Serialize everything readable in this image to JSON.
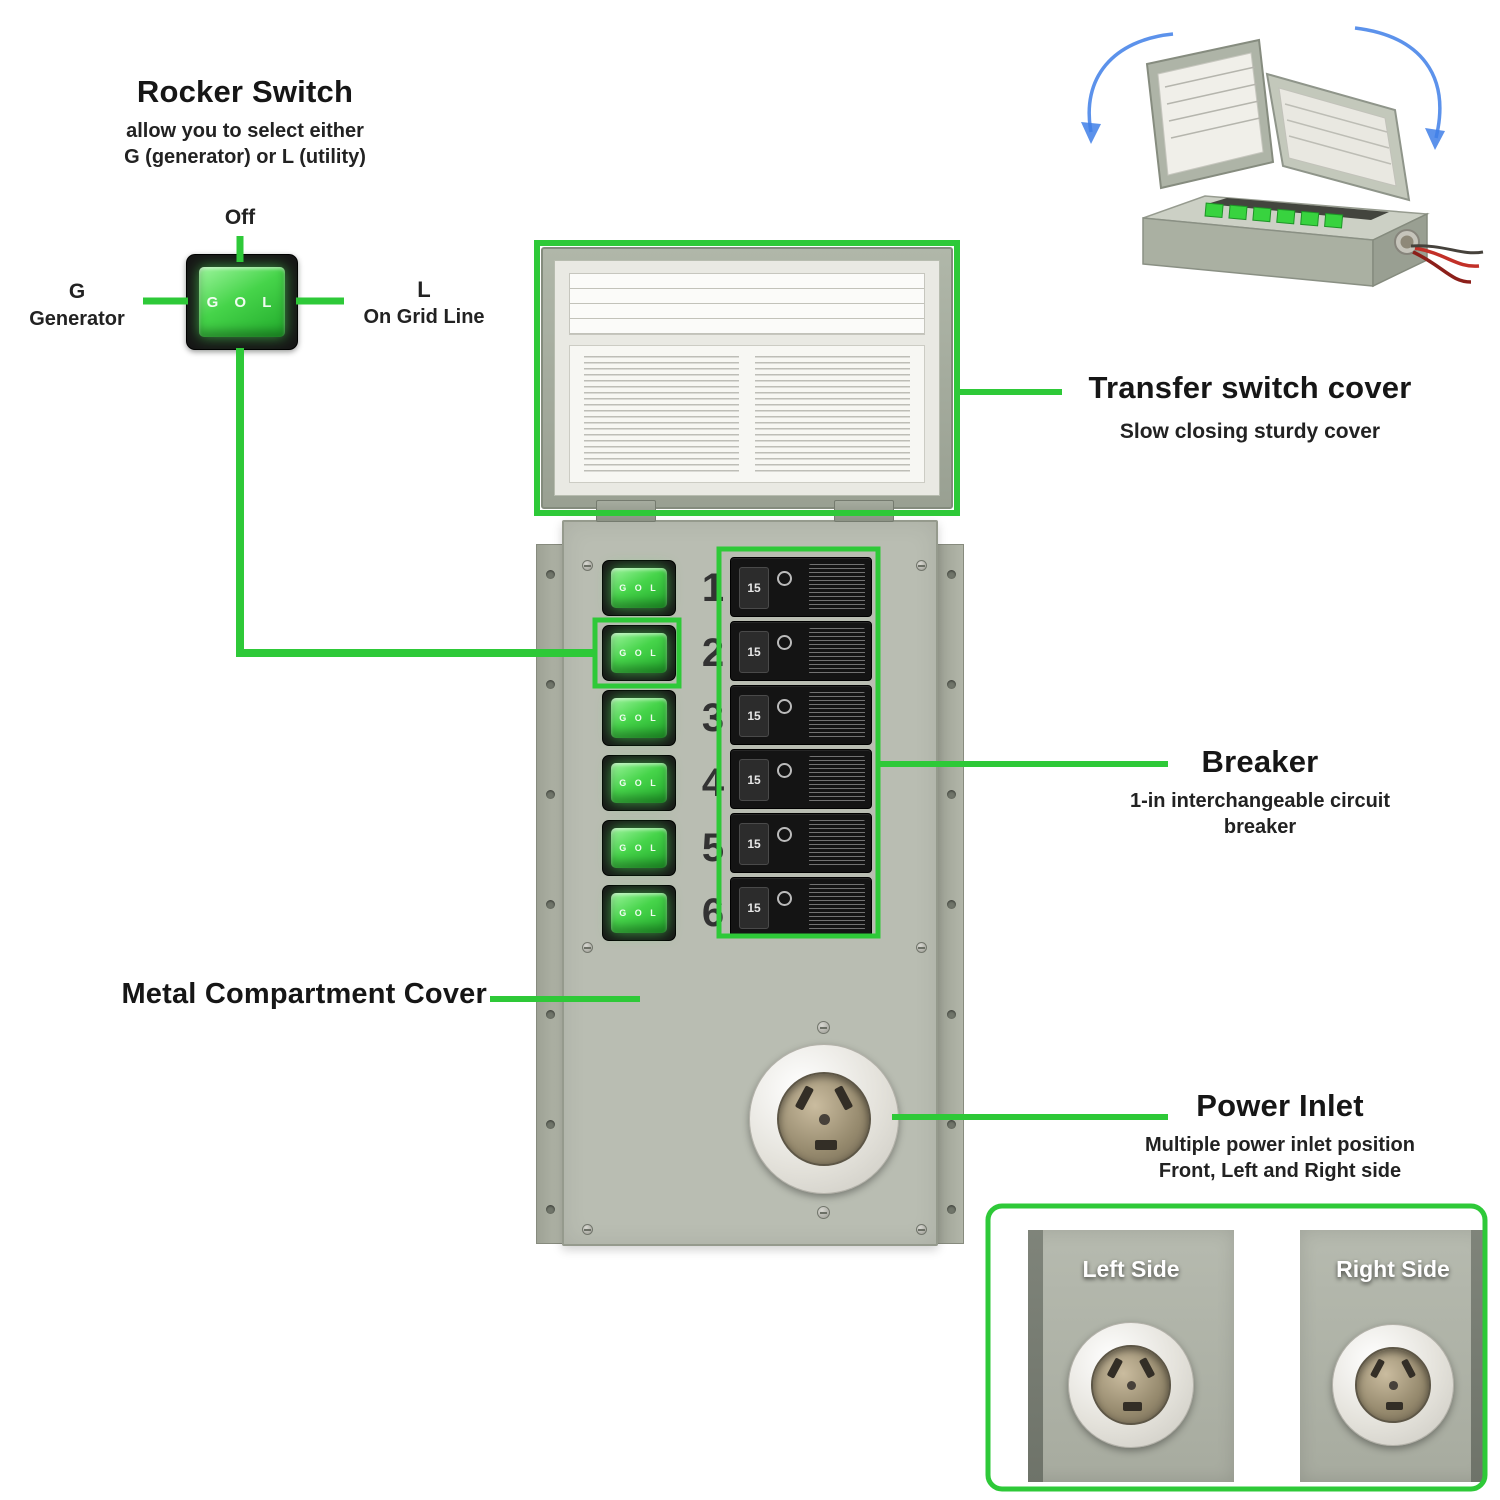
{
  "colors": {
    "accent_green": "#2ec938",
    "switch_green": "#49d64b",
    "switch_green_dark": "#1fa32a",
    "body_gray": "#b9bdb2",
    "panel_gray": "#a9ada0",
    "arrow_blue": "#3f7fe8",
    "title_color": "#161616"
  },
  "rocker_annotation": {
    "title": "Rocker Switch",
    "subtitle_line1": "allow you to select either",
    "subtitle_line2": "G (generator) or L (utility)",
    "off_label": "Off",
    "generator_letter": "G",
    "generator_label": "Generator",
    "line_letter": "L",
    "line_label": "On Grid Line"
  },
  "cover_annotation": {
    "title": "Transfer switch cover",
    "subtitle": "Slow closing sturdy cover"
  },
  "breaker_annotation": {
    "title": "Breaker",
    "subtitle_line1": "1-in interchangeable circuit",
    "subtitle_line2": "breaker"
  },
  "compartment_annotation": {
    "label": "Metal Compartment Cover"
  },
  "inlet_annotation": {
    "title": "Power Inlet",
    "subtitle_line1": "Multiple power inlet position",
    "subtitle_line2": "Front, Left and Right side"
  },
  "side_views": {
    "left_label": "Left Side",
    "right_label": "Right Side"
  },
  "panel": {
    "rocker_text": "G O L",
    "row_numbers": [
      "1",
      "2",
      "3",
      "4",
      "5",
      "6"
    ],
    "breaker_amp": "15"
  }
}
